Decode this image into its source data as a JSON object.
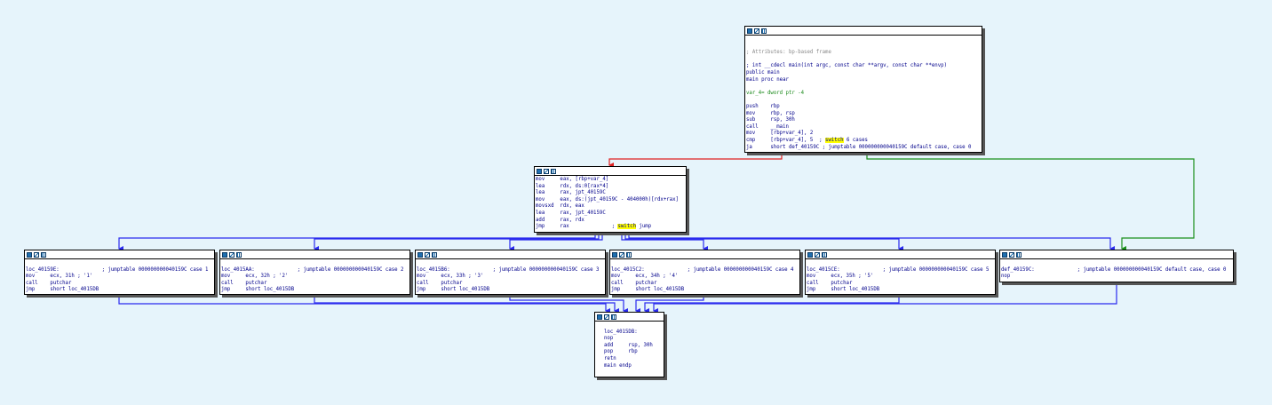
{
  "graph": {
    "colors": {
      "background": "#e6f4fb",
      "edge_normal": "#2a2aee",
      "edge_true": "#1a8f1a",
      "edge_false": "#e02020",
      "highlight": "#ffff00"
    },
    "toolbar_icons": [
      "color-icon",
      "graph-overview-icon",
      "group-nodes-icon"
    ],
    "main_node": {
      "lines": [
        "",
        "",
        "; Attributes: bp-based frame",
        "",
        "; int __cdecl main(int argc, const char **argv, const char **envp)",
        "public main",
        "main proc near",
        "",
        "var_4= dword ptr -4",
        "",
        "push    rbp",
        "mov     rbp, rsp",
        "sub     rsp, 30h",
        "call    __main",
        "mov     [rbp+var_4], 2",
        "cmp     [rbp+var_4], 5  ; ",
        "switch",
        " 6 cases",
        "ja      short def_40159C ; jumptable 000000000040159C default case, case 0"
      ]
    },
    "jump_node": {
      "lines": [
        "mov     eax, [rbp+var_4]",
        "lea     rdx, ds:0[rax*4]",
        "lea     rax, jpt_40159C",
        "mov     eax, ds:(jpt_40159C - 404000h)[rdx+rax]",
        "movsxd  rdx, eax",
        "lea     rax, jpt_40159C",
        "add     rax, rdx",
        "jmp     rax              ; ",
        "switch",
        " jump"
      ]
    },
    "case_nodes": [
      {
        "lines": [
          "",
          "loc_40159E:              ; jumptable 000000000040159C case 1",
          "mov     ecx, 31h ; '1'",
          "call    putchar",
          "jmp     short loc_4015DB"
        ]
      },
      {
        "lines": [
          "",
          "loc_4015AA:              ; jumptable 000000000040159C case 2",
          "mov     ecx, 32h ; '2'",
          "call    putchar",
          "jmp     short loc_4015DB"
        ]
      },
      {
        "lines": [
          "",
          "loc_4015B6:              ; jumptable 000000000040159C case 3",
          "mov     ecx, 33h ; '3'",
          "call    putchar",
          "jmp     short loc_4015DB"
        ]
      },
      {
        "lines": [
          "",
          "loc_4015C2:              ; jumptable 000000000040159C case 4",
          "mov     ecx, 34h ; '4'",
          "call    putchar",
          "jmp     short loc_4015DB"
        ]
      },
      {
        "lines": [
          "",
          "loc_4015CE:              ; jumptable 000000000040159C case 5",
          "mov     ecx, 35h ; '5'",
          "call    putchar",
          "jmp     short loc_4015DB"
        ]
      },
      {
        "lines": [
          "",
          "def_40159C:              ; jumptable 000000000040159C default case, case 0",
          "nop"
        ]
      }
    ],
    "exit_node": {
      "lines": [
        "",
        "loc_4015DB:",
        "nop",
        "add     rsp, 30h",
        "pop     rbp",
        "retn",
        "main endp"
      ]
    }
  }
}
